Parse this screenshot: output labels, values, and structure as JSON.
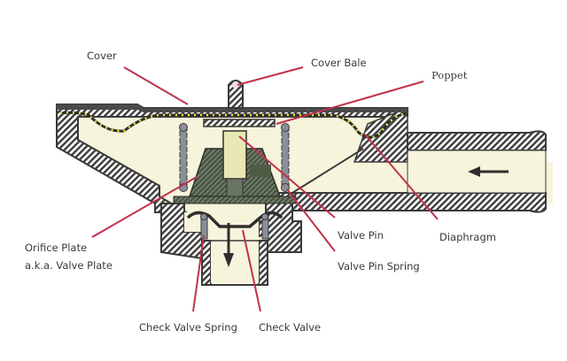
{
  "diagram": {
    "title": "Valve cross-section",
    "colors": {
      "leader": "#c0324a",
      "body_fill": "#4a4a4a",
      "hatch_bg": "#ffffff",
      "cavity": "#f7f4dc",
      "diaphragm_dots": "#f2e83a",
      "valve_block": "#5a6b52",
      "pin": "#e9e8b4",
      "spring": "#8a8f99"
    },
    "labels": {
      "cover": "Cover",
      "cover_bale": "Cover Bale",
      "poppet": "Poppet",
      "orifice_plate": "Orifice Plate",
      "orifice_plate_aka": "a.k.a. Valve Plate",
      "valve_pin": "Valve Pin",
      "diaphragm": "Diaphragm",
      "valve_pin_spring": "Valve Pin Spring",
      "check_valve_spring": "Check Valve Spring",
      "check_valve": "Check Valve"
    },
    "flow": {
      "inlet_direction": "left-arrow",
      "outlet_direction": "down-arrow"
    }
  }
}
